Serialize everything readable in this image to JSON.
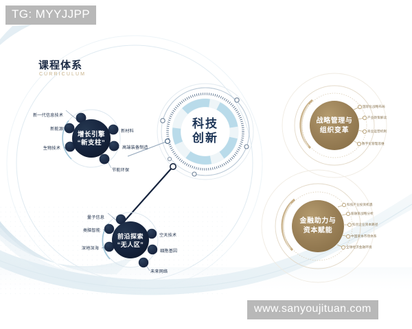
{
  "watermarks": {
    "top_left": "TG: MYYJJPP",
    "bottom_right": "www.sanyoujituan.com"
  },
  "section": {
    "title": "课程体系",
    "subtitle": "CURRICULUM"
  },
  "core": {
    "line1": "科技",
    "line2": "创新"
  },
  "clusters": [
    {
      "id": "growth-engine",
      "line1": "增长引擎",
      "line2": "“新支柱”",
      "left_leaves": [
        "新一代信息技术",
        "新能源",
        "生物技术"
      ],
      "right_leaves": [
        "新材料",
        "高端装备制造",
        "节能环保"
      ]
    },
    {
      "id": "frontier-exploration",
      "line1": "前沿探索",
      "line2": "“无人区”",
      "left_leaves": [
        "量子信息",
        "类脑智能",
        "深地深海"
      ],
      "right_leaves": [
        "空天技术",
        "细胞基因",
        "未来网络"
      ]
    }
  ],
  "gold_circles": [
    {
      "id": "strategy-management",
      "line1": "战略管理与",
      "line2": "组织变革",
      "leaves": [
        "国际化战略布局",
        "产业政策解读",
        "商业运营机制",
        "数字化管理思维"
      ]
    },
    {
      "id": "finance-capital",
      "line1": "金融助力与",
      "line2": "资本赋能",
      "leaves": [
        "科技产业投资机遇",
        "股融资战略分析",
        "科创企业资本路径",
        "中国资本市场体系",
        "全球经济金融环境"
      ]
    }
  ],
  "colors": {
    "navy": "#16243e",
    "navy_deep": "#1d3557",
    "gold": "#9b8158",
    "gold_light": "#c8b088",
    "arc_blue": "#cfe0ea",
    "accent_blue": "#a9cede",
    "bg": "#ffffff"
  }
}
